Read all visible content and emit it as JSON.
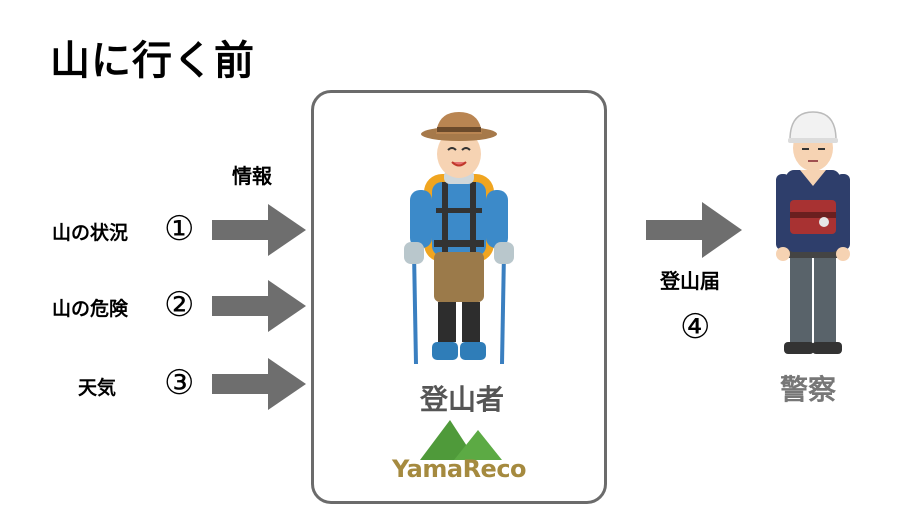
{
  "title": "山に行く前",
  "info_label": "情報",
  "items": [
    {
      "label": "山の状況",
      "num": "①"
    },
    {
      "label": "山の危険",
      "num": "②"
    },
    {
      "label": "天気",
      "num": "③"
    }
  ],
  "climber_label": "登山者",
  "logo_text": "YamaReco",
  "notice_label": "登山届",
  "notice_num": "④",
  "police_label": "警察",
  "colors": {
    "arrow": "#6e6e6e",
    "box_border": "#6b6b6b",
    "logo_green": "#4f9a3a",
    "logo_text": "#a58a3f"
  }
}
